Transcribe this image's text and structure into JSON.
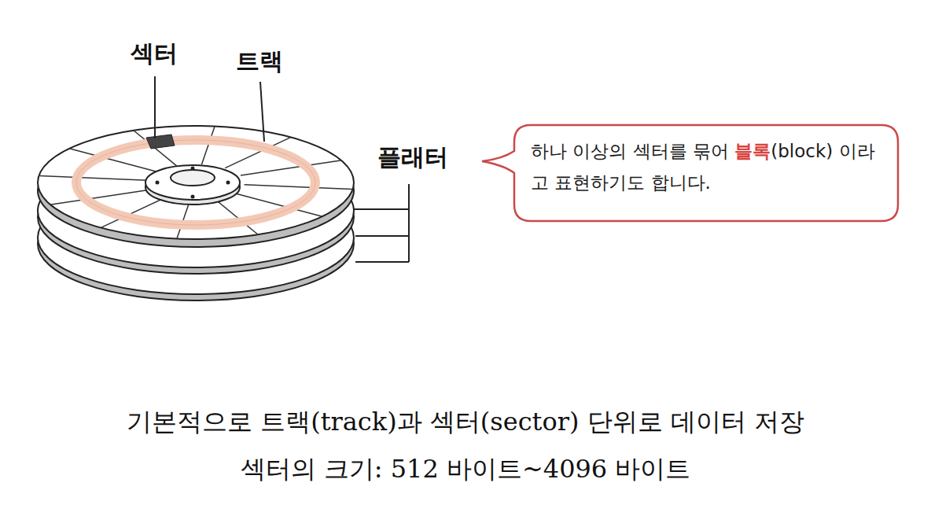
{
  "diagram": {
    "nodes": [
      {
        "text": [
          "하나 이상의 섹터를 묶어",
          "블록",
          "(block) 이라고 표현하기도 합니다."
        ]
      }
    ],
    "labels": [
      "섹터",
      "트랙",
      "플래터",
      "기본적으로 트랙(track)과 섹터(sector) 단위로 데이터 저장",
      "섹터의 크기: 512 바이트~4096 바이트"
    ]
  }
}
